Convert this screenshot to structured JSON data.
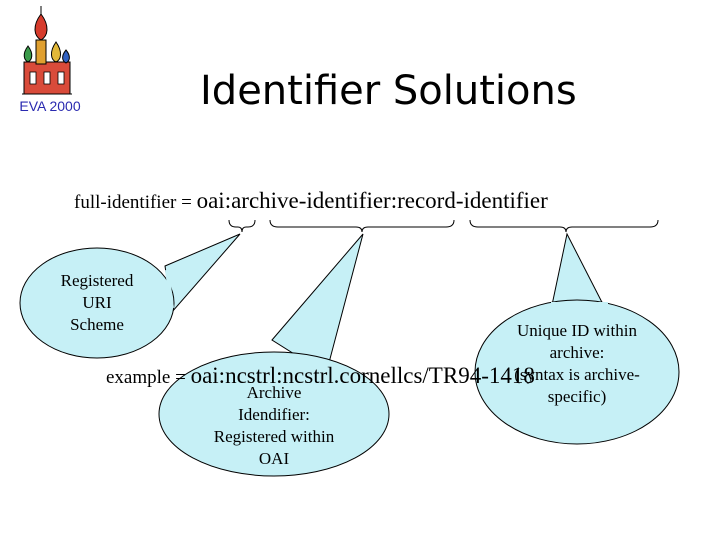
{
  "logo": {
    "caption": "EVA 2000",
    "icon": "onion-dome-cathedral-icon"
  },
  "title": "Identifier Solutions",
  "formula": {
    "lhs": "full-identifier = ",
    "scheme": "oai",
    "sep1": ":",
    "archive": "archive-identifier",
    "sep2": ":",
    "record": "record-identifier"
  },
  "example": {
    "lhs": "example = ",
    "value": "oai:ncstrl:ncstrl.cornellcs/TR94-1418"
  },
  "callouts": {
    "scheme": [
      "Registered",
      "URI",
      "Scheme"
    ],
    "archive": [
      "Archive",
      "Idendifier:",
      "Registered within",
      "OAI"
    ],
    "record": [
      "Unique ID within",
      "archive:",
      "(syntax is archive-",
      "specific)"
    ]
  },
  "colors": {
    "callout_fill": "#c6f0f6",
    "logo_caption": "#2a2ab0"
  }
}
